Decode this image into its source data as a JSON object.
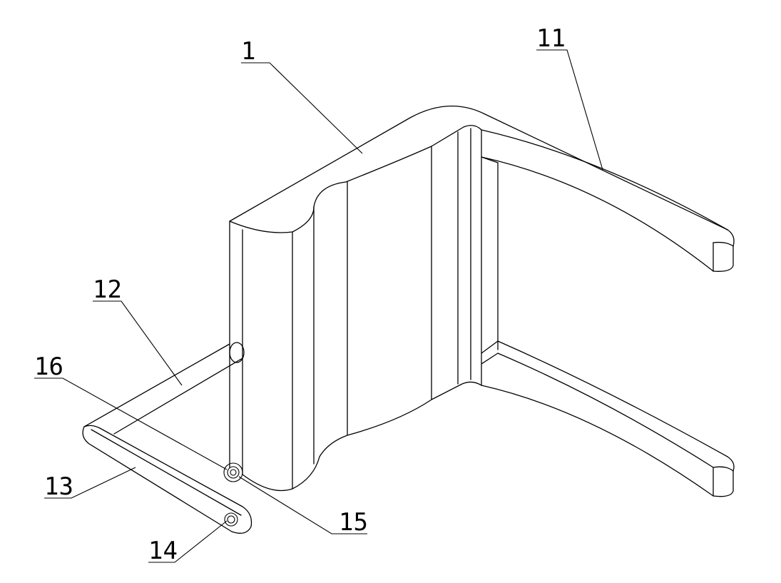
{
  "figure": {
    "labels": {
      "part_1": "1",
      "part_11": "11",
      "part_12": "12",
      "part_13": "13",
      "part_14": "14",
      "part_15": "15",
      "part_16": "16"
    },
    "line_color": "#000000",
    "background": "#ffffff"
  }
}
